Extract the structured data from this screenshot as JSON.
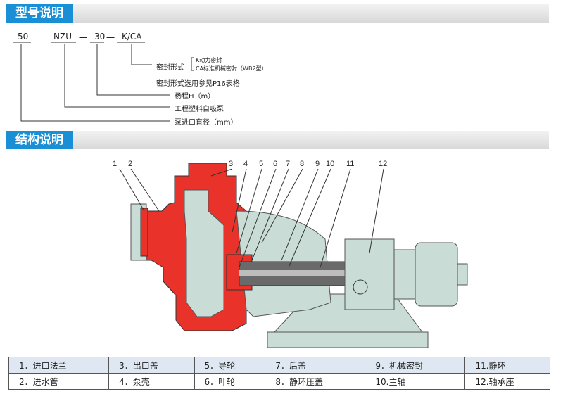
{
  "sections": {
    "model": "型号说明",
    "structure": "结构说明"
  },
  "model_code": {
    "bore": "50",
    "series": "NZU",
    "dash1": "一",
    "head": "30",
    "dash2": "一",
    "seal": "K/CA"
  },
  "notes": {
    "seal_form": "密封形式",
    "seal_k": "K动力密封",
    "seal_ca": "CA标准机械密封（WB2型）",
    "seal_ref": "密封形式选用参见P16表格",
    "head": "杨程H（m）",
    "type": "工程塑料自吸泵",
    "bore": "泵进口直径（mm）"
  },
  "callouts": [
    "1",
    "2",
    "3",
    "4",
    "5",
    "6",
    "7",
    "8",
    "9",
    "10",
    "11",
    "12"
  ],
  "legend": [
    [
      "1．进口法兰",
      "3．出口盖",
      "5．导轮",
      "7．后盖",
      "9．机械密封",
      "11.静环"
    ],
    [
      "2．进水管",
      "4．泵壳",
      "6．叶轮",
      "8．静环压盖",
      "10.主轴",
      "12.轴承座"
    ]
  ],
  "colors": {
    "accent": "#1b8fd6",
    "pump_red": "#e8322a",
    "metal": "#c9dcd6"
  }
}
